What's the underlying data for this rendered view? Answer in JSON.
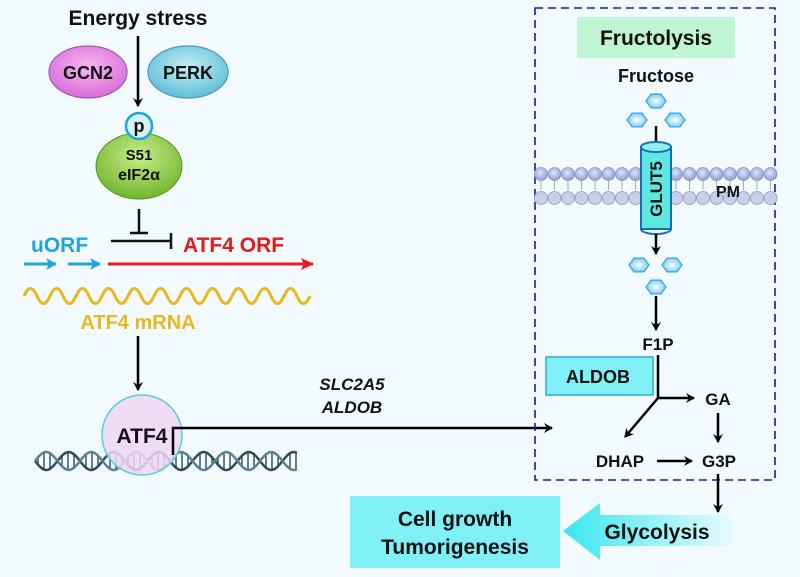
{
  "title": "Energy stress",
  "kinases": [
    "GCN2",
    "PERK"
  ],
  "phospho": "p",
  "eif2a": {
    "site": "S51",
    "name": "eIF2α"
  },
  "uorf": "uORF",
  "atf4_orf": "ATF4 ORF",
  "mrna": "ATF4 mRNA",
  "atf4": "ATF4",
  "target_genes": [
    "SLC2A5",
    "ALDOB"
  ],
  "fructolysis": {
    "title": "Fructolysis",
    "substrate": "Fructose",
    "transporter": "GLUT5",
    "membrane": "PM",
    "enzyme": "ALDOB",
    "metabolites": {
      "f1p": "F1P",
      "ga": "GA",
      "dhap": "DHAP",
      "g3p": "G3P"
    }
  },
  "glycolysis": "Glycolysis",
  "outcome": [
    "Cell growth",
    "Tumorigenesis"
  ],
  "colors": {
    "background": "#f2fafd",
    "uorf": "#1ea5e0",
    "atf4_orf": "#e31b1b",
    "mrna": "#e8b820",
    "box_border": "#1a1aa8",
    "fructolysis_bg": "#bff5d2",
    "cyan_box": "#7ff0f5"
  }
}
